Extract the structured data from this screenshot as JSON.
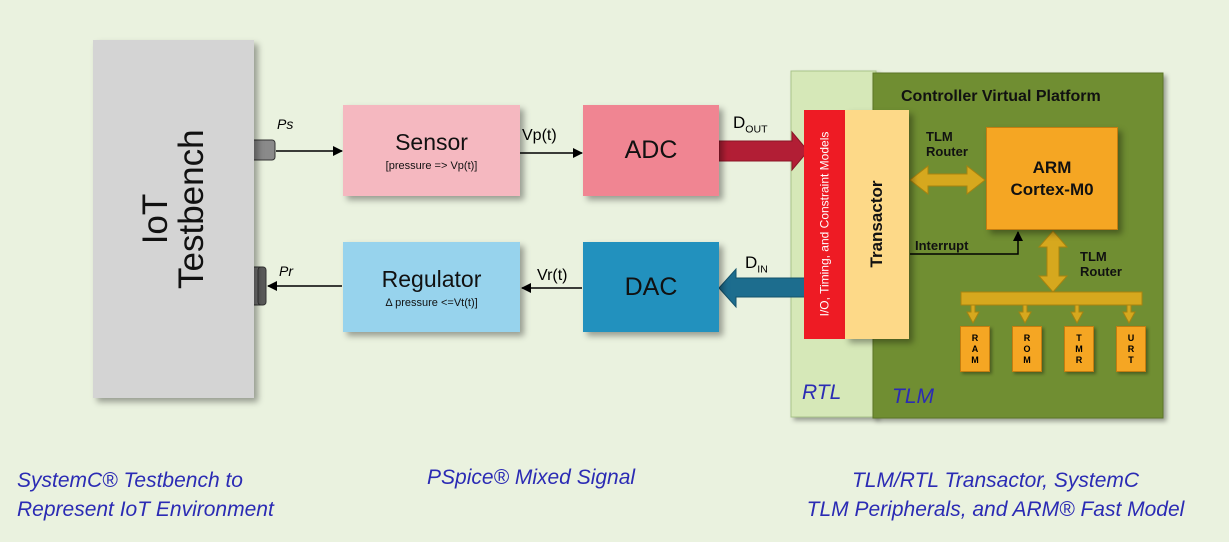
{
  "testbench": {
    "line1": "IoT",
    "line2": "Testbench"
  },
  "ports": {
    "ps": "Ps",
    "pr": "Pr"
  },
  "sensor": {
    "title": "Sensor",
    "subtitle": "[pressure => Vp(t)]"
  },
  "regulator": {
    "title": "Regulator",
    "subtitle": "Δ pressure <=Vt(t)]"
  },
  "signals": {
    "vp": "Vp(t)",
    "vr": "Vr(t)"
  },
  "adc": {
    "label": "ADC"
  },
  "dac": {
    "label": "DAC"
  },
  "dout": {
    "main": "D",
    "sub": "OUT"
  },
  "din": {
    "main": "D",
    "sub": "IN"
  },
  "rtl": {
    "strip_text": "I/O, Timing, and Constraint Models",
    "label": "RTL"
  },
  "tlm": {
    "label": "TLM",
    "title": "Controller Virtual Platform"
  },
  "transactor": {
    "label": "Transactor"
  },
  "arm": {
    "line1": "ARM",
    "line2": "Cortex-M0"
  },
  "tlm_router_1": {
    "line1": "TLM",
    "line2": "Router"
  },
  "tlm_router_2": {
    "line1": "TLM",
    "line2": "Router"
  },
  "interrupt": {
    "label": "Interrupt"
  },
  "memories": [
    {
      "letters": [
        "R",
        "A",
        "M"
      ]
    },
    {
      "letters": [
        "R",
        "O",
        "M"
      ]
    },
    {
      "letters": [
        "T",
        "M",
        "R"
      ]
    },
    {
      "letters": [
        "U",
        "R",
        "T"
      ]
    }
  ],
  "captions": {
    "left_line1": "SystemC® Testbench to",
    "left_line2": "Represent IoT Environment",
    "middle": "PSpice® Mixed Signal",
    "right_line1": "TLM/RTL Transactor, SystemC",
    "right_line2": "TLM  Peripherals, and ARM® Fast Model"
  },
  "colors": {
    "background": "#eaf2df",
    "testbench": "#d4d4d4",
    "sensor": "#f5b8c0",
    "adc": "#f08592",
    "regulator": "#97d3ed",
    "dac": "#2291be",
    "rtl_panel": "#d6e8b8",
    "rtl_strip": "#ee1b24",
    "tlm_panel": "#6f8e33",
    "transactor": "#fdd988",
    "arm": "#f5a623",
    "router": "#d6a81e",
    "dout_arrow": "#b21e35",
    "din_arrow": "#1d6d8e",
    "caption": "#2b2bb4"
  }
}
